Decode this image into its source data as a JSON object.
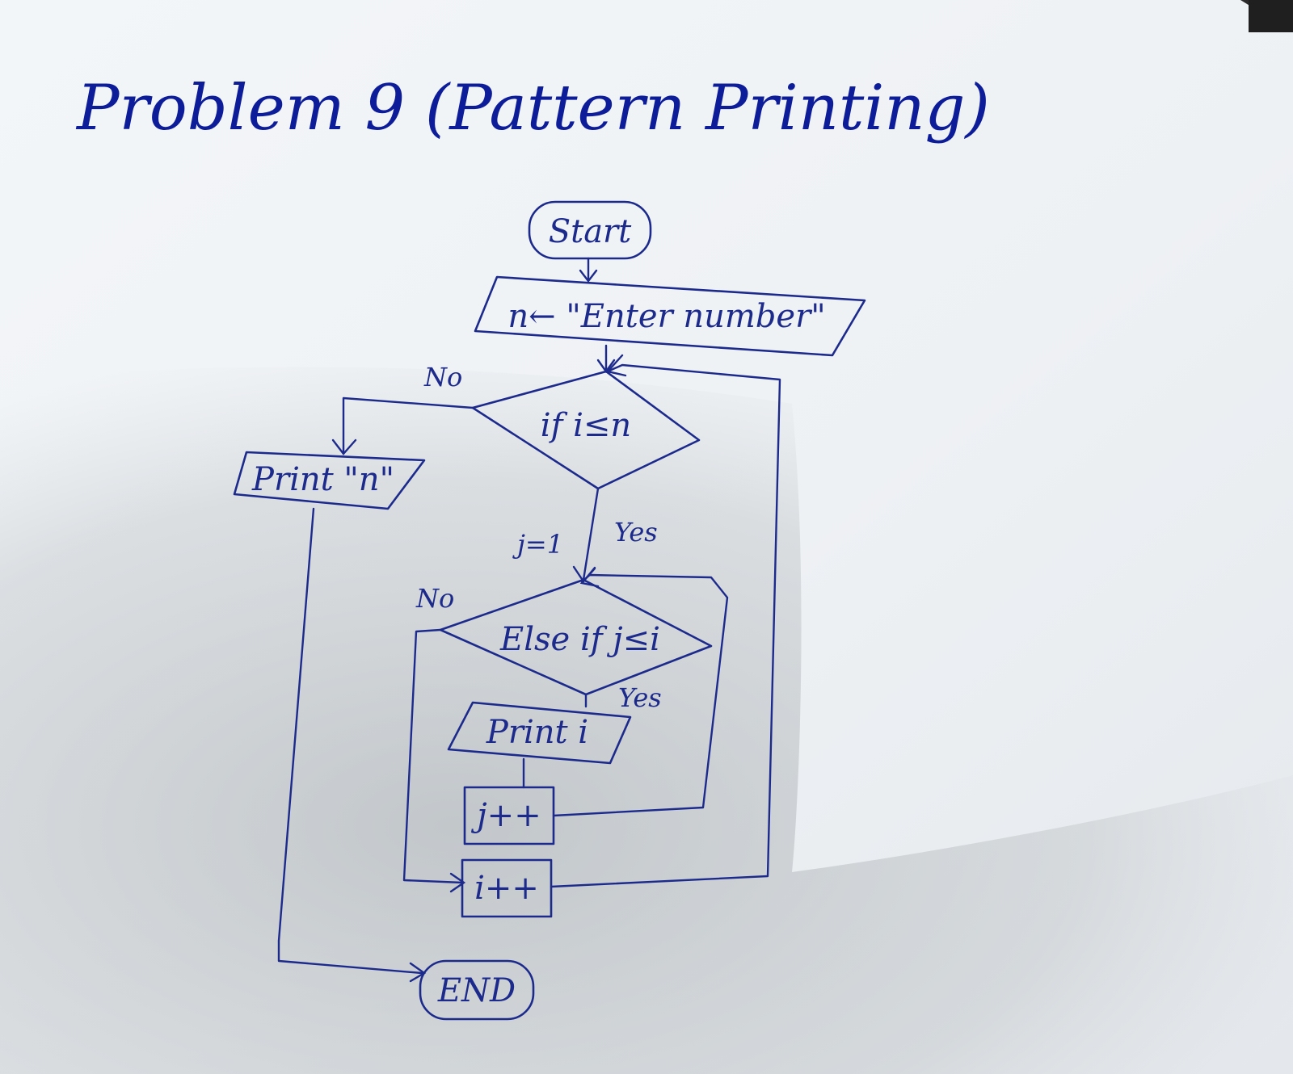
{
  "title": "Problem 9 (Pattern Printing)",
  "nodes": {
    "start": "Start",
    "input": "n← \"Enter number\"",
    "cond_outer": "if i≤n",
    "print_n": "Print \"n\"",
    "cond_inner": "Else if j≤i",
    "print_i": "Print i",
    "j_inc": "j++",
    "i_inc": "i++",
    "end": "END"
  },
  "labels": {
    "outer_no": "No",
    "outer_yes": "Yes",
    "inner_no": "No",
    "inner_yes": "Yes",
    "init_j": "j=1"
  }
}
